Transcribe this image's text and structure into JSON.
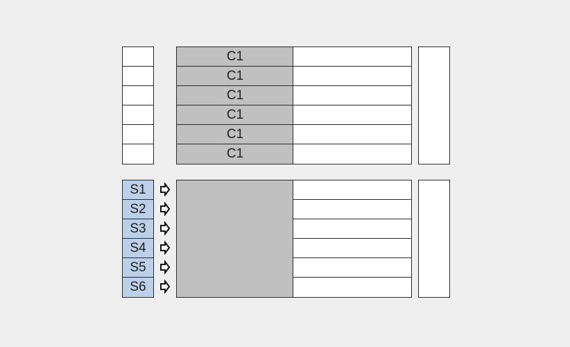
{
  "top_block": {
    "gray_column_labels": [
      "C1",
      "C1",
      "C1",
      "C1",
      "C1",
      "C1"
    ]
  },
  "bottom_block": {
    "source_labels": [
      "S1",
      "S2",
      "S3",
      "S4",
      "S5",
      "S6"
    ]
  },
  "colors": {
    "background": "#efefef",
    "gray_cell": "#c0c0c0",
    "source_cell": "#bcd0ea",
    "white_cell": "#ffffff",
    "border": "#2b2b2b"
  }
}
